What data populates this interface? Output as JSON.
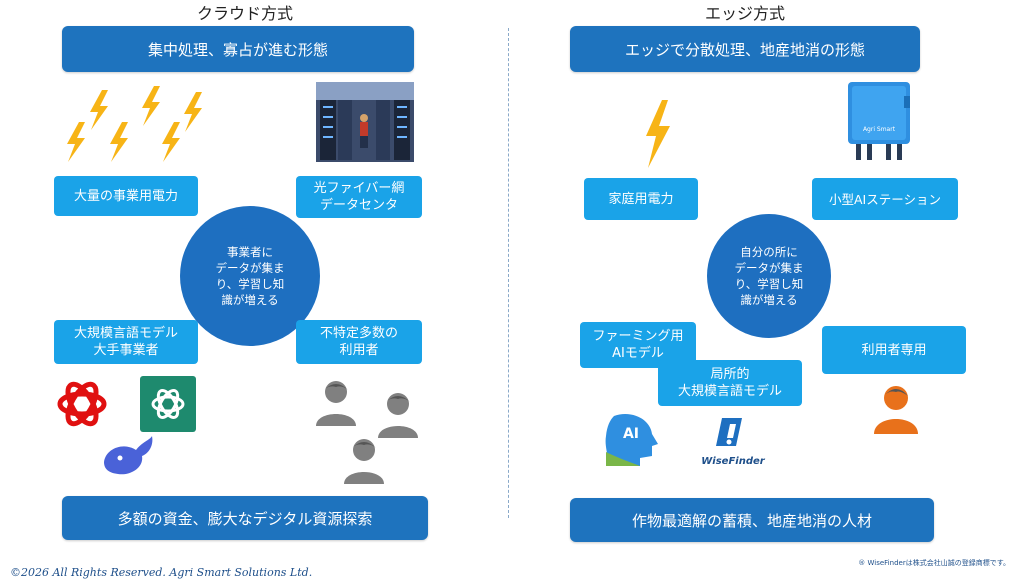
{
  "left": {
    "title": "クラウド方式",
    "top_banner": "集中処理、寡占が進む形態",
    "power_label": "大量の事業用電力",
    "datacenter_label": "光ファイバー網\nデータセンタ",
    "center": "事業者に\nデータが集ま\nり、学習し知\n識が増える",
    "llm_label": "大規模言語モデル\n大手事業者",
    "users_label": "不特定多数の\n利用者",
    "bottom_banner": "多額の資金、膨大なデジタル資源探索"
  },
  "right": {
    "title": "エッジ方式",
    "top_banner": "エッジで分散処理、地産地消の形態",
    "power_label": "家庭用電力",
    "station_label": "小型AIステーション",
    "device_text": "Agri Smart",
    "center": "自分の所に\nデータが集ま\nり、学習し知\n識が増える",
    "farming_label": "ファーミング用\nAIモデル",
    "local_llm_label": "局所的\n大規模言語モデル",
    "user_label": "利用者専用",
    "wisefinder_text": "WiseFinder",
    "ai_logo_text": "AI",
    "bottom_banner": "作物最適解の蓄積、地産地消の人材"
  },
  "footer": {
    "copyright": "©2026  All Rights Reserved.   Agri Smart Solutions Ltd.",
    "trademark_note": "® WiseFinderは株式会社山誠の登録商標です。"
  },
  "colors": {
    "banner": "#1e73be",
    "label": "#1aa3e8",
    "circle": "#1e6fc0",
    "bolt": "#f7b416",
    "person_gray": "#808080",
    "person_orange": "#e8711b",
    "openai_red": "#e01010",
    "chatgpt_green": "#1e8a6e"
  }
}
